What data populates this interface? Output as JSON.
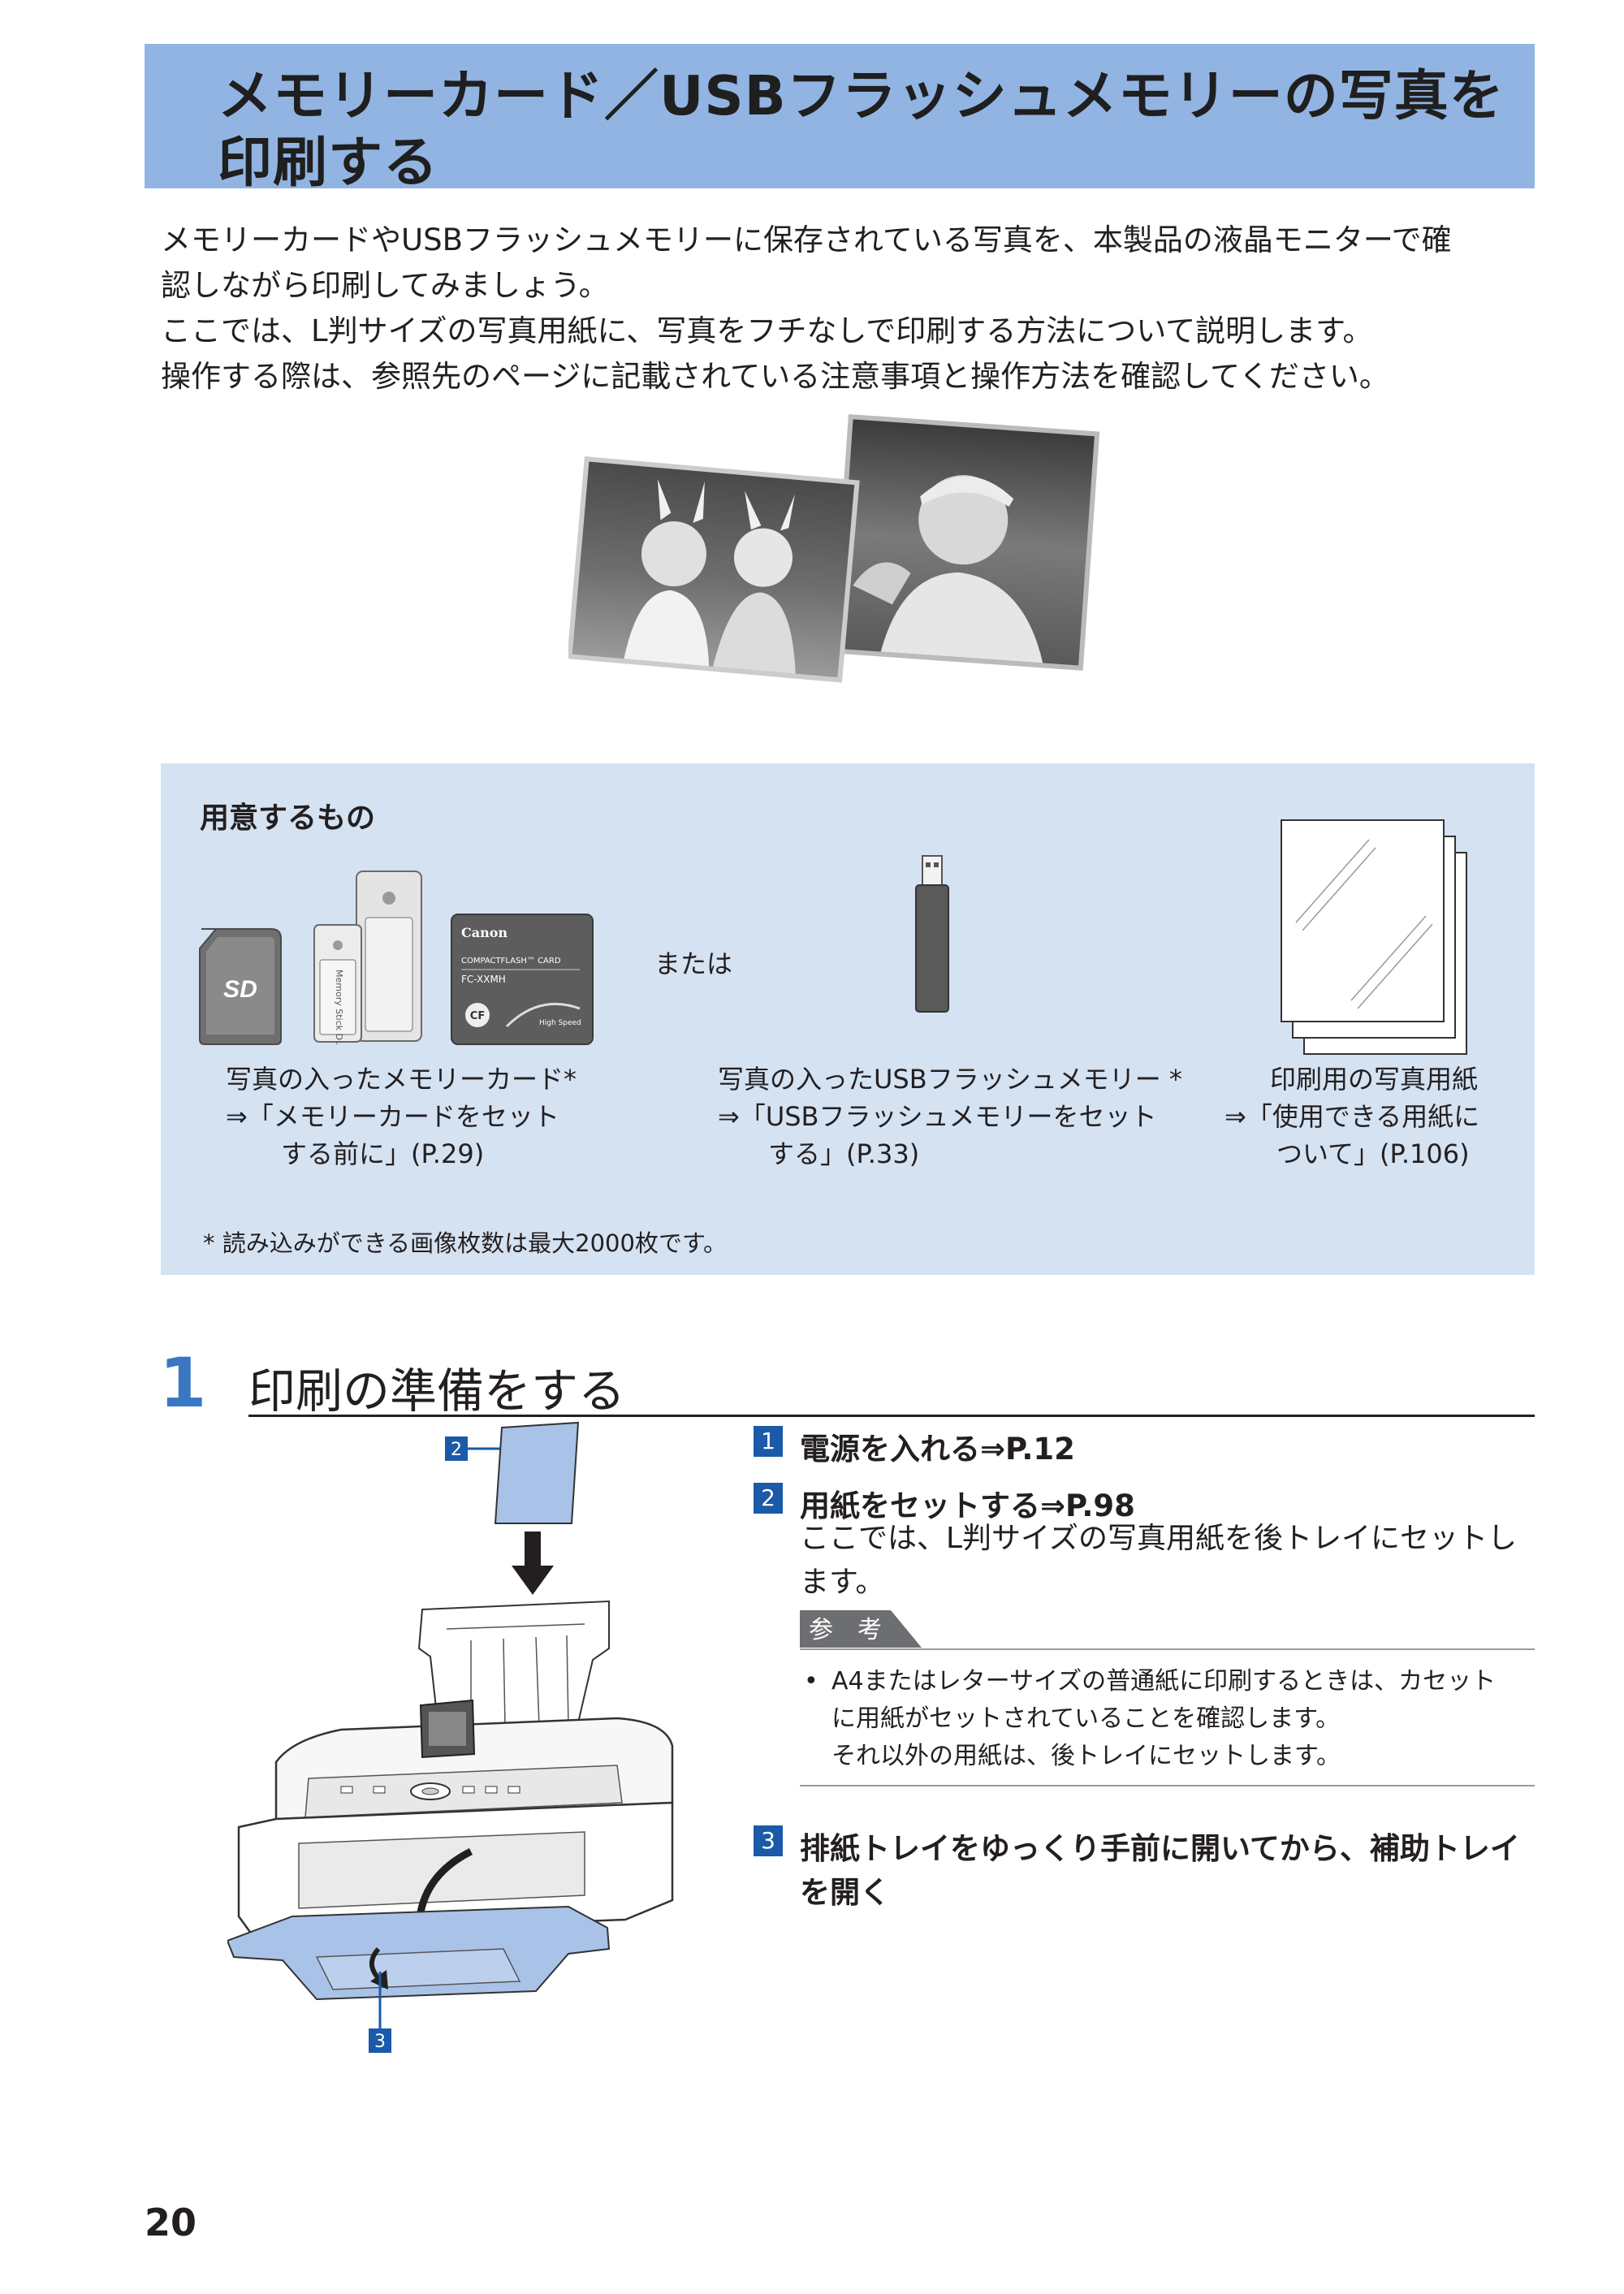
{
  "title": {
    "line1": "メモリーカード／USBフラッシュメモリーの写真を",
    "line2": "印刷する"
  },
  "intro": {
    "p1a": "メモリーカードやUSBフラッシュメモリーに保存されている写真を、本製品の液晶モニターで確",
    "p1b": "認しながら印刷してみましょう。",
    "p2": "ここでは、L判サイズの写真用紙に、写真をフチなしで印刷する方法について説明します。",
    "p3": "操作する際は、参照先のページに記載されている注意事項と操作方法を確認してください。"
  },
  "requirements": {
    "title": "用意するもの",
    "or_label": "または",
    "memory_card": {
      "line1": "写真の入ったメモリーカード*",
      "line2": "⇒「メモリーカードをセット",
      "line3": "する前に」(P.29)"
    },
    "usb": {
      "line1": "写真の入ったUSBフラッシュメモリー *",
      "line2": "⇒「USBフラッシュメモリーをセット",
      "line3": "する」(P.33)"
    },
    "paper": {
      "line1": "印刷用の写真用紙",
      "line2": "⇒「使用できる用紙に",
      "line3": "ついて」(P.106)"
    },
    "note": "* 読み込みができる画像枚数は最大2000枚です。",
    "card_labels": {
      "sd": "SD",
      "ms": "Memory Stick Duo",
      "brand": "Canon",
      "cf_title": "COMPACTFLASH™ CARD",
      "cf_model": "FC-XXMH",
      "cf_badge": "CF",
      "cf_speed": "High Speed"
    }
  },
  "section1": {
    "number": "1",
    "title": "印刷の準備をする",
    "callout2": "2",
    "callout3": "3",
    "step1": {
      "num": "1",
      "text": "電源を入れる⇒P.12"
    },
    "step2": {
      "num": "2",
      "text": "用紙をセットする⇒P.98",
      "desc": "ここでは、L判サイズの写真用紙を後トレイにセットします。"
    },
    "reference": {
      "tab": "参　考",
      "bullet": "•",
      "line1": "A4またはレターサイズの普通紙に印刷するときは、カセット",
      "line2": "に用紙がセットされていることを確認します。",
      "line3": "それ以外の用紙は、後トレイにセットします。"
    },
    "step3": {
      "num": "3",
      "line1": "排紙トレイをゆっくり手前に開いてから、補助トレイ",
      "line2": "を開く"
    }
  },
  "page_number": "20",
  "colors": {
    "banner": "#92b4e2",
    "box": "#d4e2f2",
    "badge": "#1a5aa8",
    "section_number": "#3a77c2"
  }
}
